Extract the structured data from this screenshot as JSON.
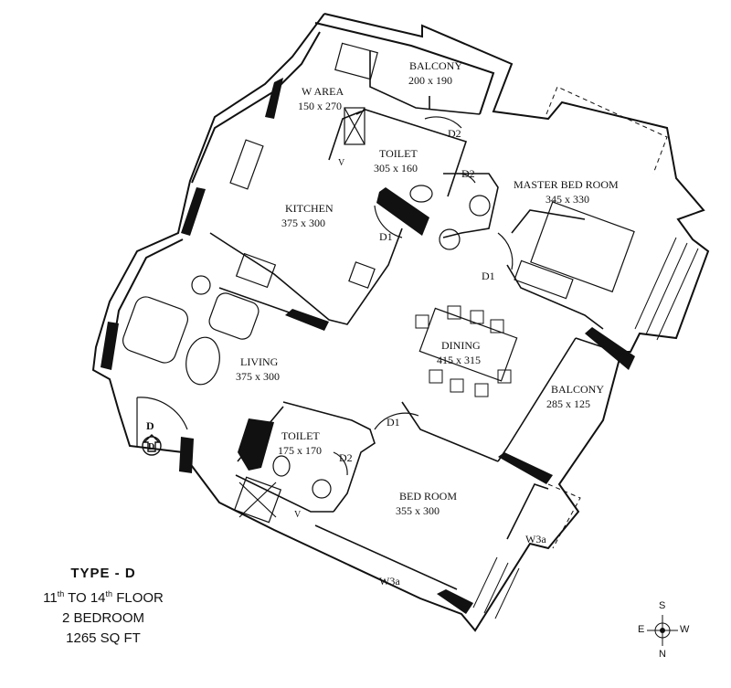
{
  "rooms": {
    "balcony_top": {
      "name": "BALCONY",
      "size": "200 x 190"
    },
    "w_area": {
      "name": "W AREA",
      "size": "150 x 270"
    },
    "toilet_top": {
      "name": "TOILET",
      "size": "305 x 160"
    },
    "master_bedroom": {
      "name": "MASTER  BED ROOM",
      "size": "345 x 330"
    },
    "kitchen": {
      "name": "KITCHEN",
      "size": "375 x 300"
    },
    "dining": {
      "name": "DINING",
      "size": "415 x 315"
    },
    "living": {
      "name": "LIVING",
      "size": "375 x 300"
    },
    "balcony_right": {
      "name": "BALCONY",
      "size": "285 x 125"
    },
    "toilet_bottom": {
      "name": "TOILET",
      "size": "175 x 170"
    },
    "bedroom": {
      "name": "BED ROOM",
      "size": "355 x 300"
    }
  },
  "doors": {
    "d2_a": "D2",
    "d2_b": "D2",
    "d2_c": "D2",
    "d1_kitchen": "D1",
    "d1_master": "D1",
    "d1_bedroom": "D1",
    "v_top": "V",
    "v_bottom": "V",
    "w3a_right": "W3a",
    "w3a_bottom": "W3a",
    "entry_d": "D",
    "entry_d_circle": "D"
  },
  "legend": {
    "type": "TYPE - D",
    "floor_a": "11",
    "floor_sup_a": "th",
    "floor_mid": " TO 14",
    "floor_sup_b": "th",
    "floor_end": " FLOOR",
    "bedrooms": "2 BEDROOM",
    "area": "1265 SQ FT"
  },
  "compass": {
    "n": "N",
    "s": "S",
    "e": "E",
    "w": "W"
  }
}
